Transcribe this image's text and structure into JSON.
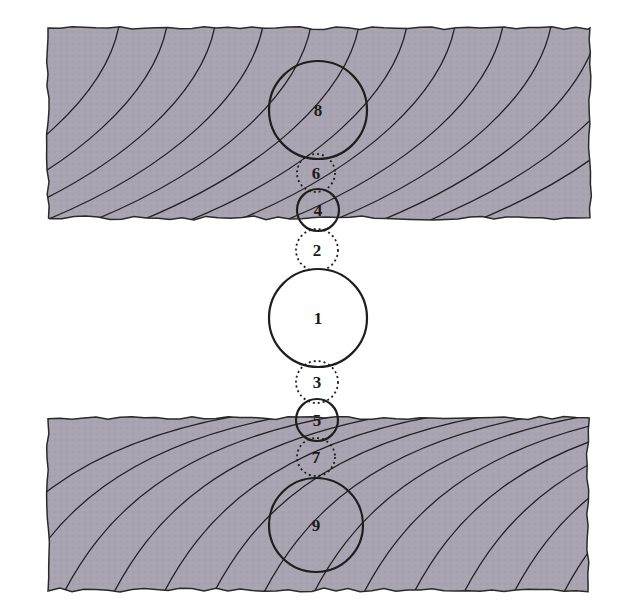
{
  "diagram": {
    "nodes": [
      {
        "text": [
          "8"
        ]
      },
      {
        "text": [
          "6"
        ]
      },
      {
        "text": [
          "4"
        ]
      },
      {
        "text": [
          "2"
        ]
      },
      {
        "text": [
          "1"
        ]
      },
      {
        "text": [
          "3"
        ]
      },
      {
        "text": [
          "5"
        ]
      },
      {
        "text": [
          "7"
        ]
      },
      {
        "text": [
          "9"
        ]
      }
    ]
  }
}
